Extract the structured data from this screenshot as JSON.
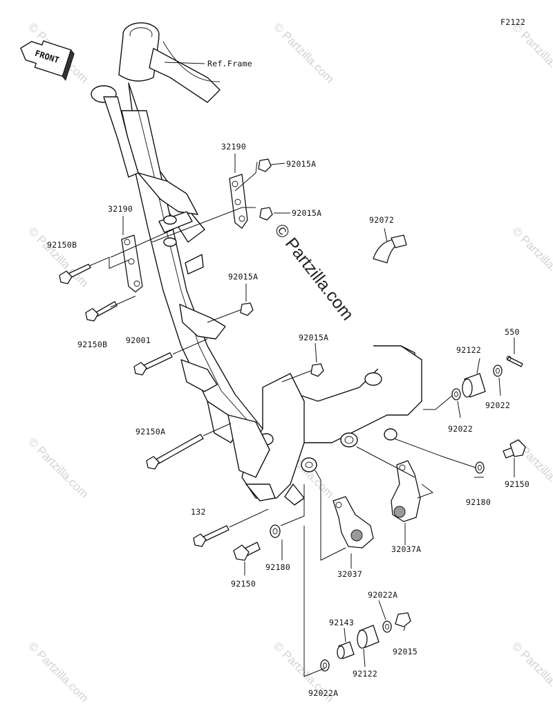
{
  "diagram": {
    "code": "F2122",
    "front_label": "FRONT",
    "ref_frame_label": "Ref.Frame",
    "watermark_center": "© Partzilla.com",
    "watermark_small": "© Partzilla.com"
  },
  "callouts": [
    {
      "id": "32190-upper",
      "text": "32190"
    },
    {
      "id": "32190-left",
      "text": "32190"
    },
    {
      "id": "92015A-1",
      "text": "92015A"
    },
    {
      "id": "92015A-2",
      "text": "92015A"
    },
    {
      "id": "92015A-3",
      "text": "92015A"
    },
    {
      "id": "92015A-4",
      "text": "92015A"
    },
    {
      "id": "92150B-1",
      "text": "92150B"
    },
    {
      "id": "92150B-2",
      "text": "92150B"
    },
    {
      "id": "92072",
      "text": "92072"
    },
    {
      "id": "92001",
      "text": "92001"
    },
    {
      "id": "550",
      "text": "550"
    },
    {
      "id": "92122-upper",
      "text": "92122"
    },
    {
      "id": "92022-1",
      "text": "92022"
    },
    {
      "id": "92022-2",
      "text": "92022"
    },
    {
      "id": "92150A",
      "text": "92150A"
    },
    {
      "id": "92150-right",
      "text": "92150"
    },
    {
      "id": "92180-right",
      "text": "92180"
    },
    {
      "id": "132",
      "text": "132"
    },
    {
      "id": "32037A",
      "text": "32037A"
    },
    {
      "id": "92180-left",
      "text": "92180"
    },
    {
      "id": "32037",
      "text": "32037"
    },
    {
      "id": "92150-bottom",
      "text": "92150"
    },
    {
      "id": "92022A-1",
      "text": "92022A"
    },
    {
      "id": "92143",
      "text": "92143"
    },
    {
      "id": "92015-bottom",
      "text": "92015"
    },
    {
      "id": "92122-lower",
      "text": "92122"
    },
    {
      "id": "92022A-2",
      "text": "92022A"
    }
  ]
}
